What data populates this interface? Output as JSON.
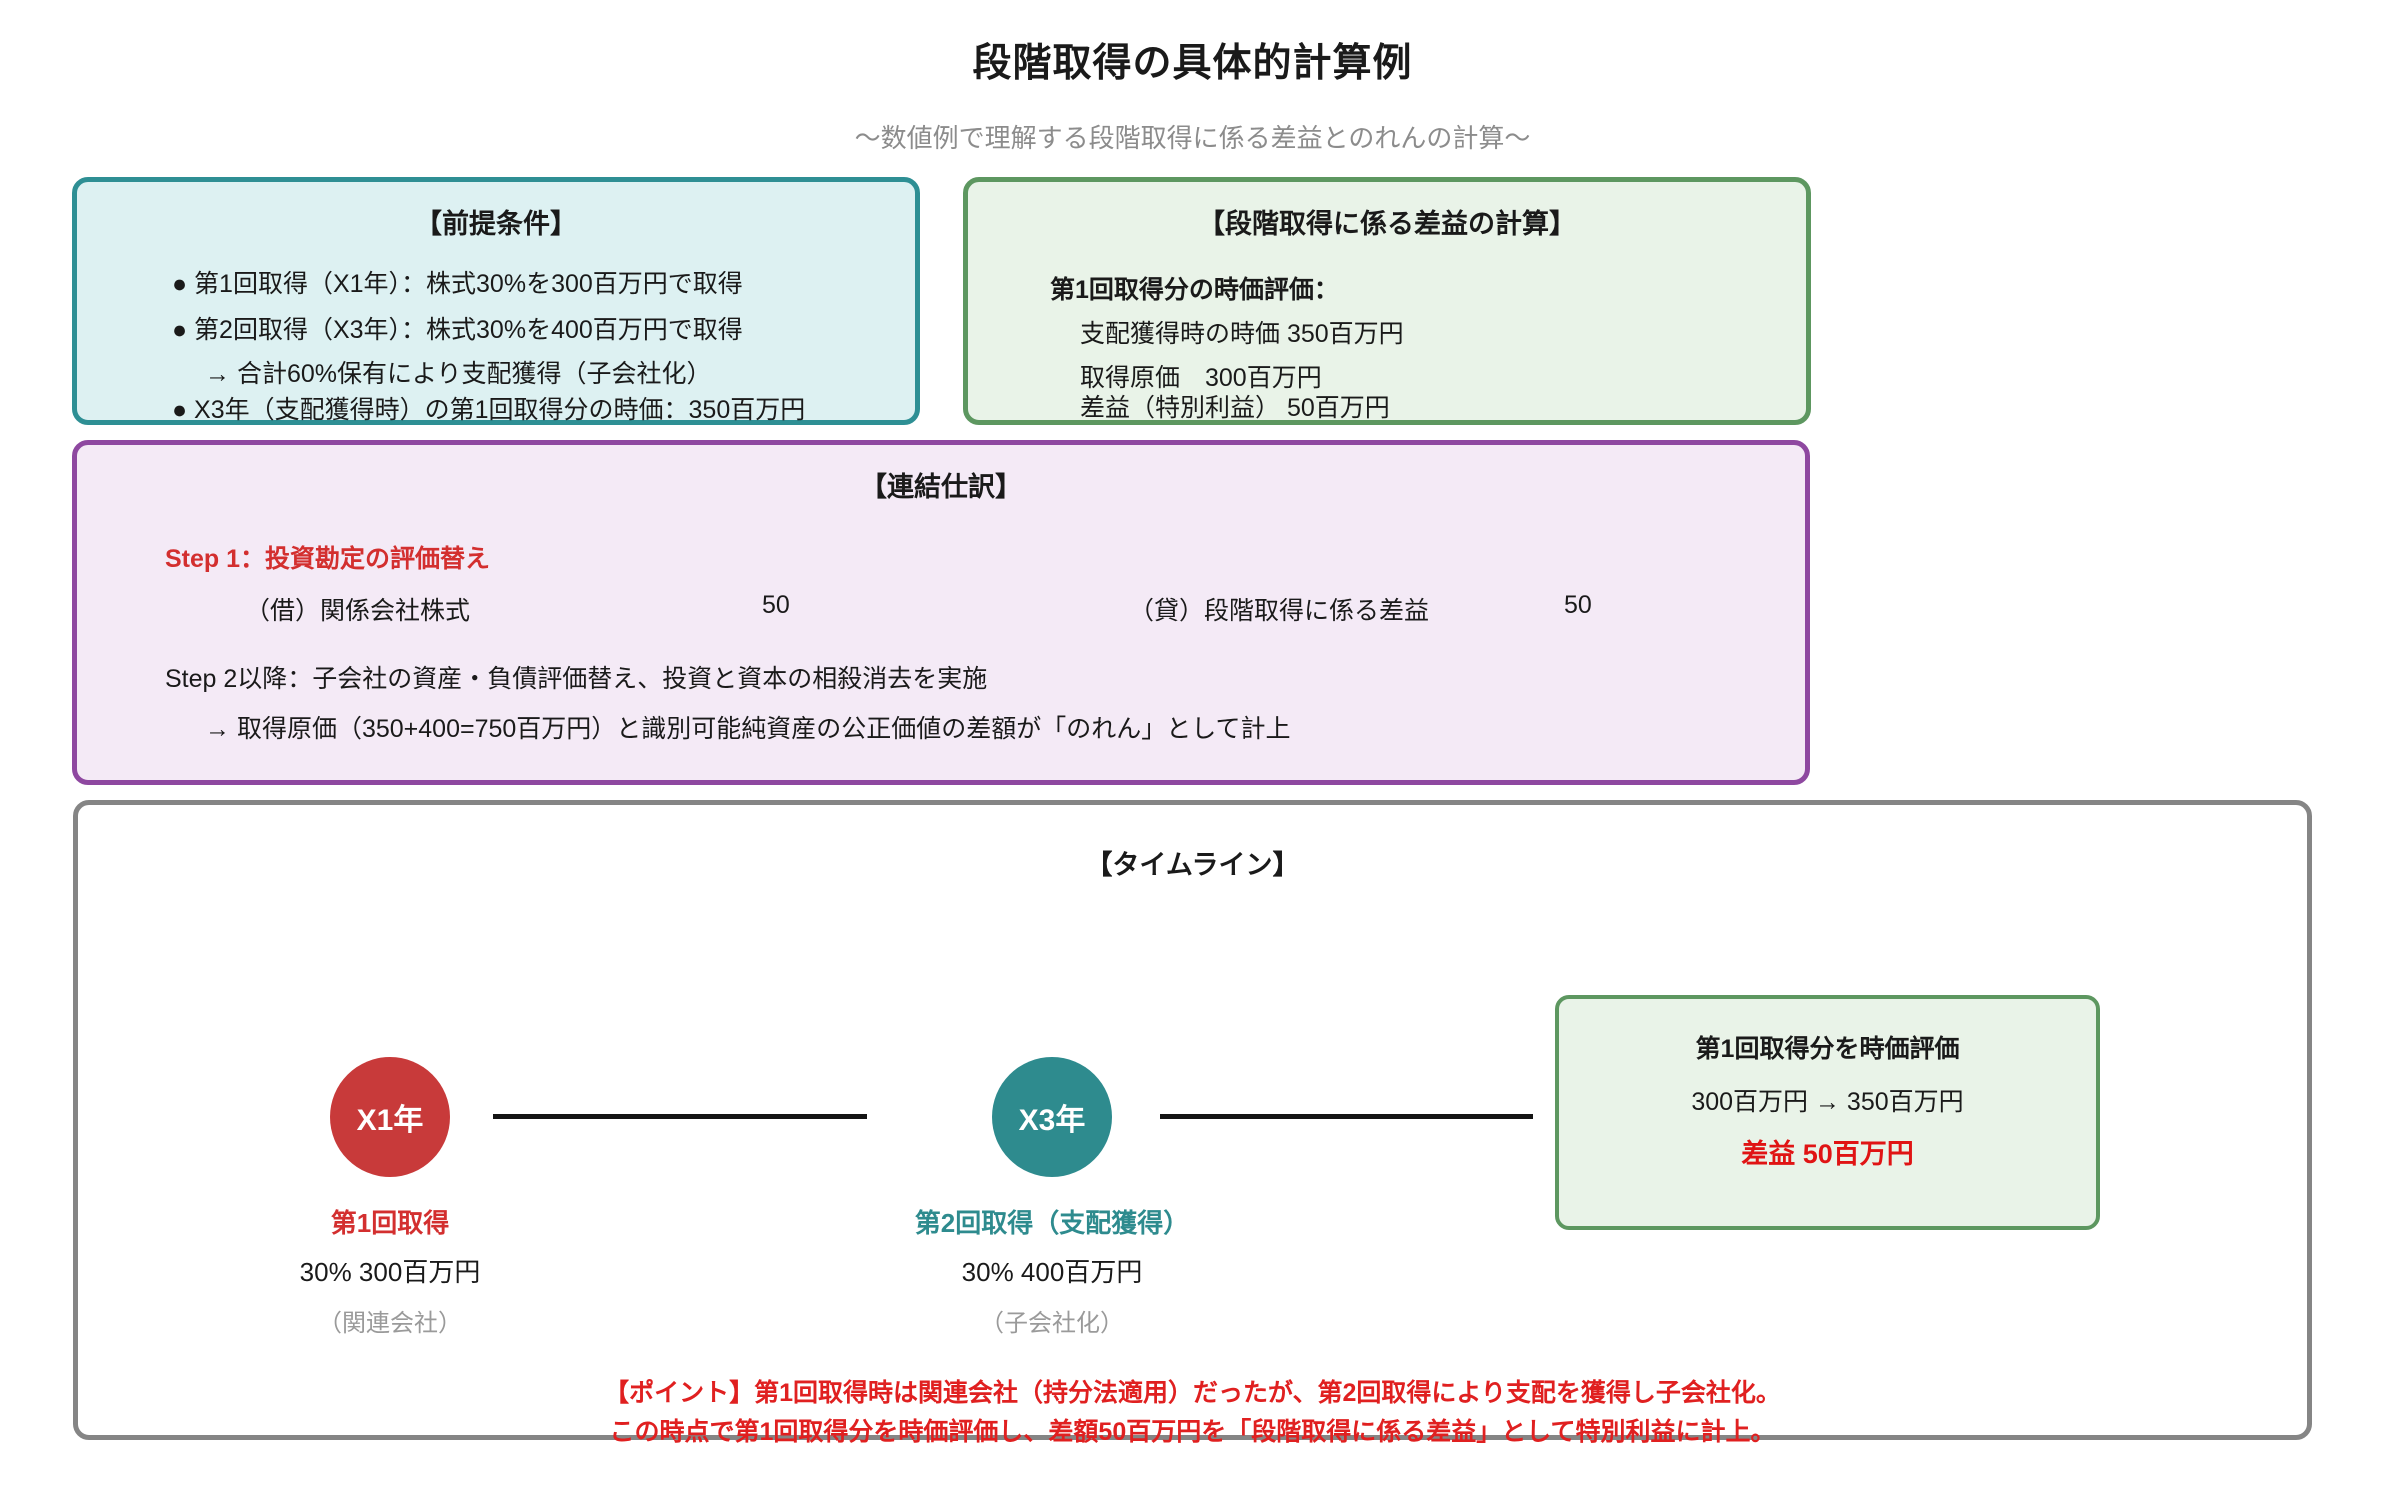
{
  "colors": {
    "accent_red_text": "#d32f2f",
    "point_red": "#e02020",
    "circle_red": "#c83a3a",
    "teal": "#2e8b8e",
    "premise_border": "#2e8f94",
    "premise_bg": "#ddf1f2",
    "green_border": "#5d9760",
    "green_bg": "#e9f3e8",
    "purple_border": "#8e48a0",
    "purple_bg": "#f4eaf6",
    "timeline_border": "#858585",
    "connector_black": "#141414"
  },
  "header": {
    "title": "段階取得の具体的計算例",
    "subtitle": "〜数値例で理解する段階取得に係る差益とのれんの計算〜"
  },
  "premise_box": {
    "title": "【前提条件】",
    "bullet1": "● 第1回取得（X1年）：株式30%を300百万円で取得",
    "bullet2": "● 第2回取得（X3年）：株式30%を400百万円で取得",
    "arrow_note": "→ 合計60%保有により支配獲得（子会社化）",
    "bullet3": "● X3年（支配獲得時）の第1回取得分の時価：350百万円"
  },
  "gain_calc_box": {
    "title": "【段階取得に係る差益の計算】",
    "heading": "第1回取得分の時価評価：",
    "line1": "支配獲得時の時価 350百万円",
    "line2": "取得原価　300百万円",
    "line3": "差益（特別利益） 50百万円"
  },
  "journal_box": {
    "title": "【連結仕訳】",
    "step1_heading": "Step 1：投資勘定の評価替え",
    "debit_label": "（借）関係会社株式",
    "debit_amount": "50",
    "credit_label": "（貸）段階取得に係る差益",
    "credit_amount": "50",
    "step2_line": "Step 2以降：子会社の資産・負債評価替え、投資と資本の相殺消去を実施",
    "step2_note": "→ 取得原価（350+400=750百万円）と識別可能純資産の公正価値の差額が「のれん」として計上"
  },
  "timeline_box": {
    "title": "【タイムライン】",
    "event1": {
      "circle_label": "X1年",
      "name": "第1回取得",
      "value": "30% 300百万円",
      "note": "（関連会社）"
    },
    "event2": {
      "circle_label": "X3年",
      "name": "第2回取得（支配獲得）",
      "value": "30% 400百万円",
      "note": "（子会社化）"
    },
    "result_box": {
      "heading": "第1回取得分を時価評価",
      "change": "300百万円 → 350百万円",
      "gain": "差益 50百万円"
    },
    "point_line1": "【ポイント】第1回取得時は関連会社（持分法適用）だったが、第2回取得により支配を獲得し子会社化。",
    "point_line2": "この時点で第1回取得分を時価評価し、差額50百万円を「段階取得に係る差益」として特別利益に計上。"
  }
}
